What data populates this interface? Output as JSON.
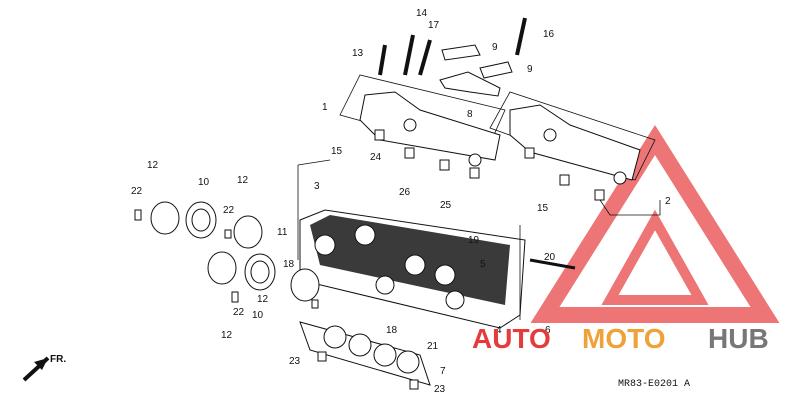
{
  "diagram": {
    "code_label": "MR83-E0201 A",
    "direction_label": "FR.",
    "watermark": {
      "word1": "AUTO",
      "word2": "MOTO",
      "word3": "HUB",
      "color_red": "#e63b3b",
      "color_orange": "#f0a23a",
      "color_gray": "#777777"
    },
    "callouts": [
      "14",
      "17",
      "13",
      "16",
      "9",
      "9",
      "8",
      "1",
      "15",
      "24",
      "3",
      "26",
      "25",
      "15",
      "2",
      "12",
      "22",
      "10",
      "12",
      "22",
      "11",
      "18",
      "19",
      "5",
      "20",
      "4",
      "6",
      "12",
      "22",
      "10",
      "23",
      "18",
      "21",
      "7",
      "23"
    ]
  }
}
